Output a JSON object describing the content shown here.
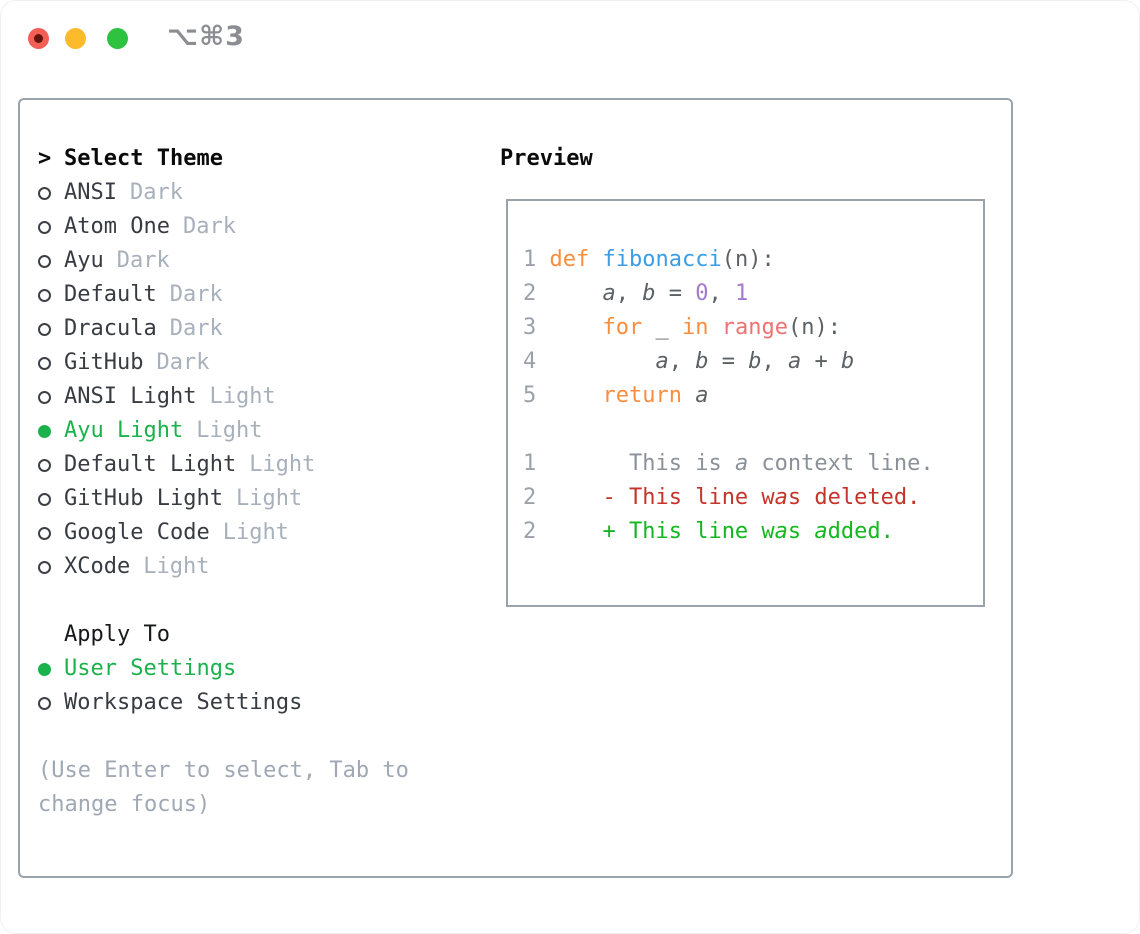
{
  "window": {
    "title": "⌥⌘3",
    "traffic_colors": {
      "close": "#f45f55",
      "close_dot": "#63140c",
      "minimize": "#fcba2c",
      "zoom": "#2dc23f"
    }
  },
  "accent": {
    "selection_green": "#1bb24c",
    "panel_border": "#9aa2ac"
  },
  "theme_list": {
    "header_prefix": ">",
    "header": "Select Theme",
    "items": [
      {
        "name": "ANSI",
        "tag": "Dark",
        "selected": false
      },
      {
        "name": "Atom One",
        "tag": "Dark",
        "selected": false
      },
      {
        "name": "Ayu",
        "tag": "Dark",
        "selected": false
      },
      {
        "name": "Default",
        "tag": "Dark",
        "selected": false
      },
      {
        "name": "Dracula",
        "tag": "Dark",
        "selected": false
      },
      {
        "name": "GitHub",
        "tag": "Dark",
        "selected": false
      },
      {
        "name": "ANSI Light",
        "tag": "Light",
        "selected": false
      },
      {
        "name": "Ayu Light",
        "tag": "Light",
        "selected": true
      },
      {
        "name": "Default Light",
        "tag": "Light",
        "selected": false
      },
      {
        "name": "GitHub Light",
        "tag": "Light",
        "selected": false
      },
      {
        "name": "Google Code",
        "tag": "Light",
        "selected": false
      },
      {
        "name": "XCode",
        "tag": "Light",
        "selected": false
      }
    ]
  },
  "apply_to": {
    "header": "Apply To",
    "options": [
      {
        "name": "User Settings",
        "selected": true
      },
      {
        "name": "Workspace Settings",
        "selected": false
      }
    ]
  },
  "help": {
    "line1": "(Use Enter to select, Tab to",
    "line2": "change focus)"
  },
  "preview": {
    "header": "Preview",
    "colors": {
      "ln": "#9aa1ab",
      "fg": "#5c6166",
      "kw": "#fa8d3e",
      "fn": "#399ee6",
      "num": "#a37acc",
      "coral": "#f07171",
      "ctx": "#8a9199",
      "del": "#c5342a",
      "add": "#13b71e"
    },
    "lines": [
      [
        {
          "t": "1 ",
          "c": "ln"
        },
        {
          "t": "def ",
          "c": "kw"
        },
        {
          "t": "fibonacci",
          "c": "fn"
        },
        {
          "t": "(n):",
          "c": "fg"
        }
      ],
      [
        {
          "t": "2 ",
          "c": "ln"
        },
        {
          "t": "    ",
          "c": "fg"
        },
        {
          "t": "a",
          "c": "fg",
          "i": 1
        },
        {
          "t": ", ",
          "c": "fg"
        },
        {
          "t": "b",
          "c": "fg",
          "i": 1
        },
        {
          "t": " = ",
          "c": "fg"
        },
        {
          "t": "0",
          "c": "num"
        },
        {
          "t": ", ",
          "c": "fg"
        },
        {
          "t": "1",
          "c": "num"
        }
      ],
      [
        {
          "t": "3 ",
          "c": "ln"
        },
        {
          "t": "    ",
          "c": "fg"
        },
        {
          "t": "for",
          "c": "kw"
        },
        {
          "t": " _ ",
          "c": "fg"
        },
        {
          "t": "in",
          "c": "kw"
        },
        {
          "t": " ",
          "c": "fg"
        },
        {
          "t": "range",
          "c": "coral"
        },
        {
          "t": "(n):",
          "c": "fg"
        }
      ],
      [
        {
          "t": "4 ",
          "c": "ln"
        },
        {
          "t": "        ",
          "c": "fg"
        },
        {
          "t": "a",
          "c": "fg",
          "i": 1
        },
        {
          "t": ", ",
          "c": "fg"
        },
        {
          "t": "b",
          "c": "fg",
          "i": 1
        },
        {
          "t": " = ",
          "c": "fg"
        },
        {
          "t": "b",
          "c": "fg",
          "i": 1
        },
        {
          "t": ", ",
          "c": "fg"
        },
        {
          "t": "a",
          "c": "fg",
          "i": 1
        },
        {
          "t": " + ",
          "c": "fg"
        },
        {
          "t": "b",
          "c": "fg",
          "i": 1
        }
      ],
      [
        {
          "t": "5 ",
          "c": "ln"
        },
        {
          "t": "    ",
          "c": "fg"
        },
        {
          "t": "return",
          "c": "kw"
        },
        {
          "t": " ",
          "c": "fg"
        },
        {
          "t": "a",
          "c": "fg",
          "i": 1
        }
      ],
      [],
      [
        {
          "t": "1       ",
          "c": "ln"
        },
        {
          "t": "This is ",
          "c": "ctx"
        },
        {
          "t": "a",
          "c": "ctx",
          "i": 1
        },
        {
          "t": " context line.",
          "c": "ctx"
        }
      ],
      [
        {
          "t": "2     ",
          "c": "ln"
        },
        {
          "t": "- This line w",
          "c": "del"
        },
        {
          "t": "a",
          "c": "del",
          "i": 1
        },
        {
          "t": "s deleted.",
          "c": "del"
        }
      ],
      [
        {
          "t": "2     ",
          "c": "ln"
        },
        {
          "t": "+ This line w",
          "c": "add"
        },
        {
          "t": "a",
          "c": "add",
          "i": 1
        },
        {
          "t": "s ",
          "c": "add"
        },
        {
          "t": "a",
          "c": "add",
          "i": 1
        },
        {
          "t": "dded.",
          "c": "add"
        }
      ]
    ]
  }
}
